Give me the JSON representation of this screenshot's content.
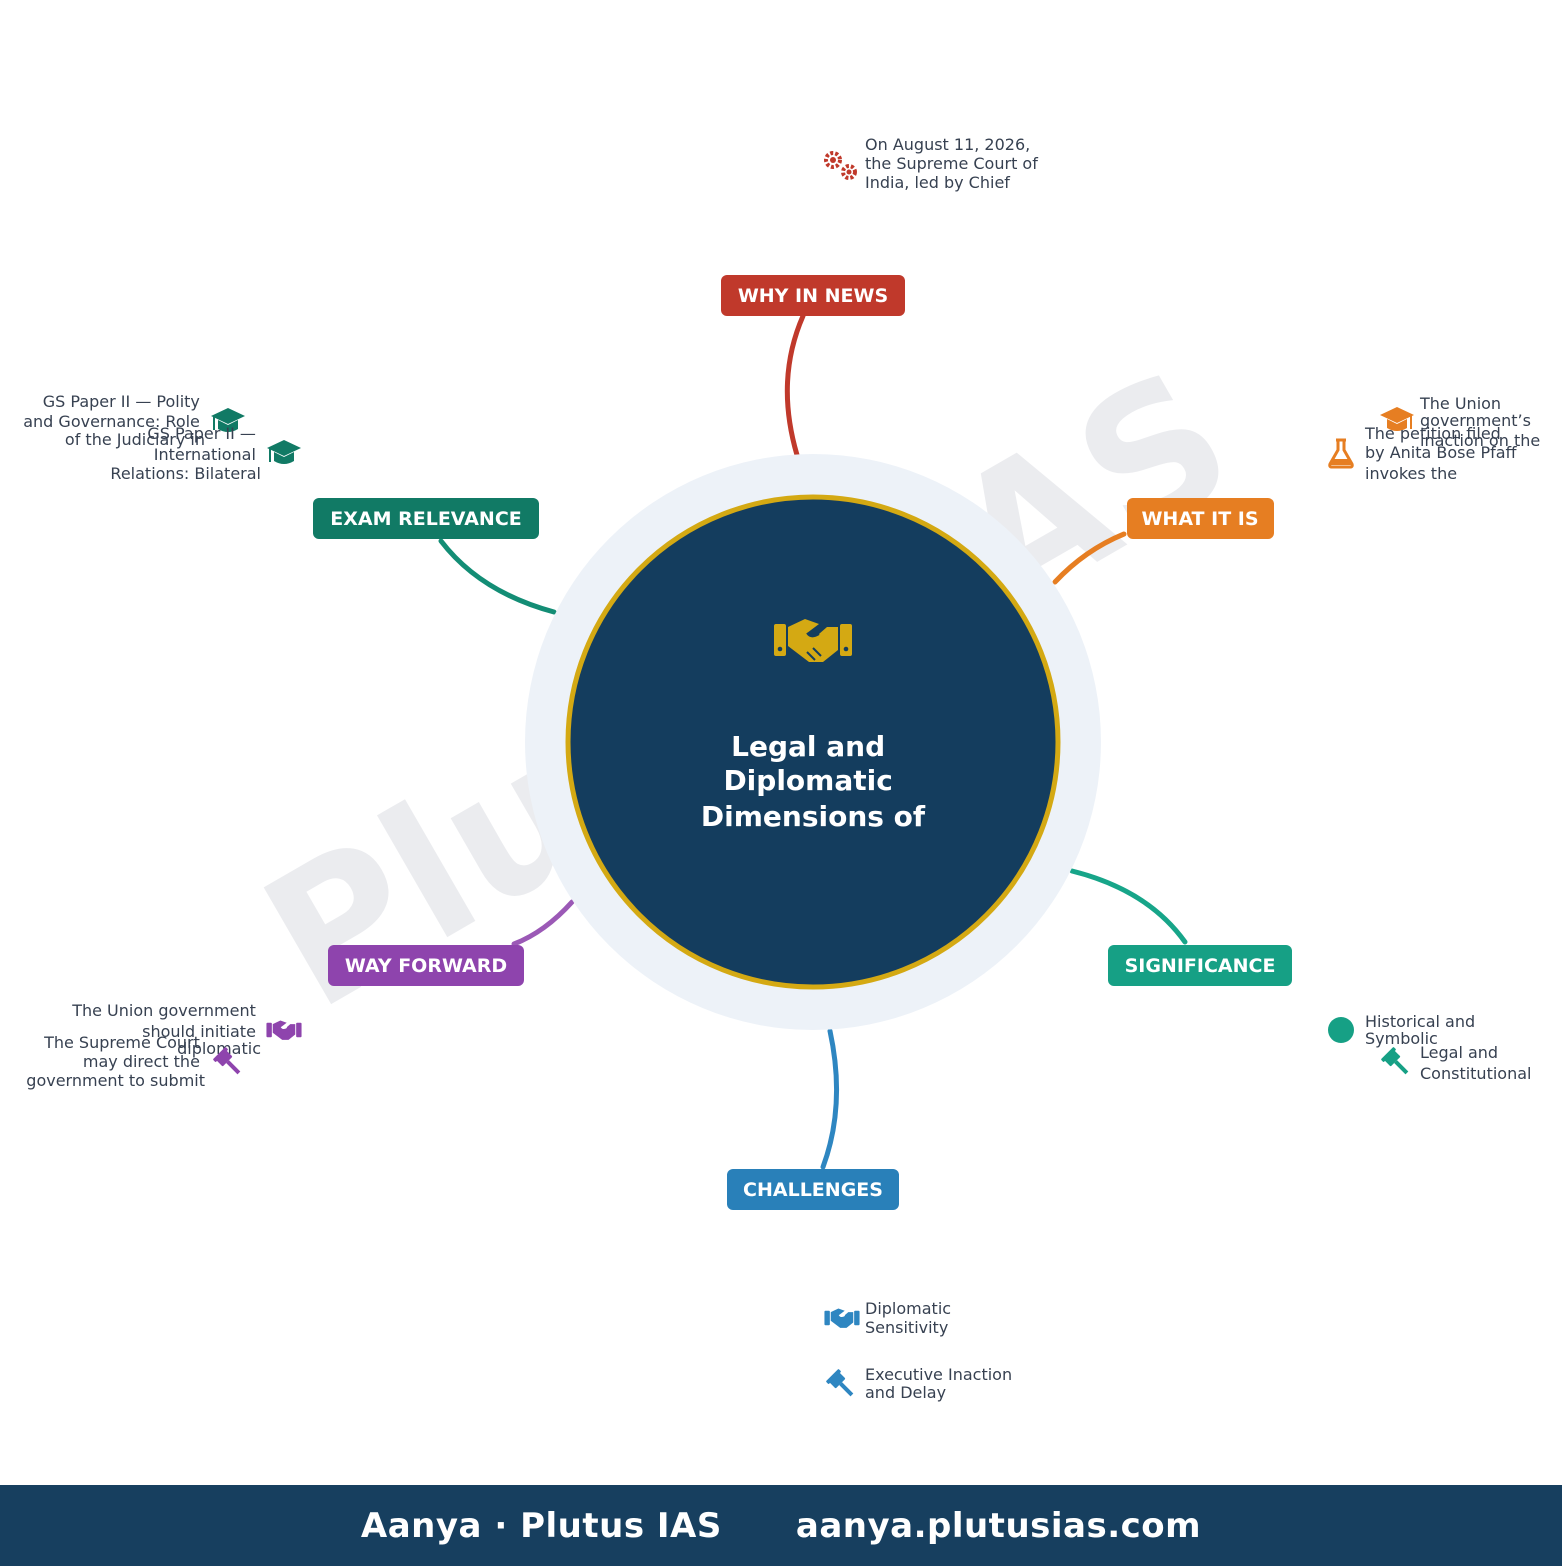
{
  "center": {
    "title_lines": [
      "Legal and",
      "Diplomatic",
      "Dimensions of"
    ],
    "icon": "handshake-icon"
  },
  "watermark": "Plutus IAS",
  "branches": {
    "why_in_news": {
      "label": "WHY IN NEWS",
      "color": "#c0392b",
      "items": [
        {
          "icon": "gears-icon",
          "lines": [
            "On August 11, 2026,",
            "the Supreme Court of",
            "India, led by Chief"
          ]
        }
      ]
    },
    "what_it_is": {
      "label": "WHAT IT IS",
      "color": "#e67e22",
      "items": [
        {
          "icon": "graduation-cap-icon",
          "lines": [
            "The Union",
            "government’s",
            "inaction on the"
          ]
        },
        {
          "icon": "flask-icon",
          "lines": [
            "The petition filed",
            "by Anita Bose Pfaff",
            "invokes the"
          ]
        }
      ]
    },
    "significance": {
      "label": "SIGNIFICANCE",
      "color": "#16a085",
      "items": [
        {
          "icon": "circle-icon",
          "lines": [
            "Historical and",
            "Symbolic"
          ]
        },
        {
          "icon": "gavel-icon",
          "lines": [
            "Legal and",
            "Constitutional"
          ]
        }
      ]
    },
    "challenges": {
      "label": "CHALLENGES",
      "color": "#2980b9",
      "items": [
        {
          "icon": "handshake-icon",
          "lines": [
            "Diplomatic",
            "Sensitivity"
          ]
        },
        {
          "icon": "gavel-icon",
          "lines": [
            "Executive Inaction",
            "and Delay"
          ]
        }
      ]
    },
    "way_forward": {
      "label": "WAY FORWARD",
      "color": "#8e44ad",
      "items": [
        {
          "icon": "handshake-icon",
          "lines": [
            "The Union government",
            "should initiate",
            "diplomatic"
          ]
        },
        {
          "icon": "gavel-icon",
          "lines": [
            "The Supreme Court",
            "may direct the",
            "government to submit"
          ]
        }
      ]
    },
    "exam_relevance": {
      "label": "EXAM RELEVANCE",
      "color": "#117a65",
      "items": [
        {
          "icon": "graduation-cap-icon",
          "lines": [
            "GS Paper II — Polity",
            "and Governance: Role",
            "of the Judiciary in"
          ]
        },
        {
          "icon": "graduation-cap-icon",
          "lines": [
            "GS Paper II —",
            "International",
            "Relations: Bilateral"
          ]
        }
      ]
    }
  },
  "footer": {
    "brand": "Aanya · Plutus IAS",
    "url": "aanya.plutusias.com"
  },
  "colors": {
    "center_fill": "#143d5e",
    "center_border": "#d4a913",
    "halo": "#edf2f8",
    "footer_bg": "#173f5f",
    "icon_gold": "#d4a913"
  }
}
